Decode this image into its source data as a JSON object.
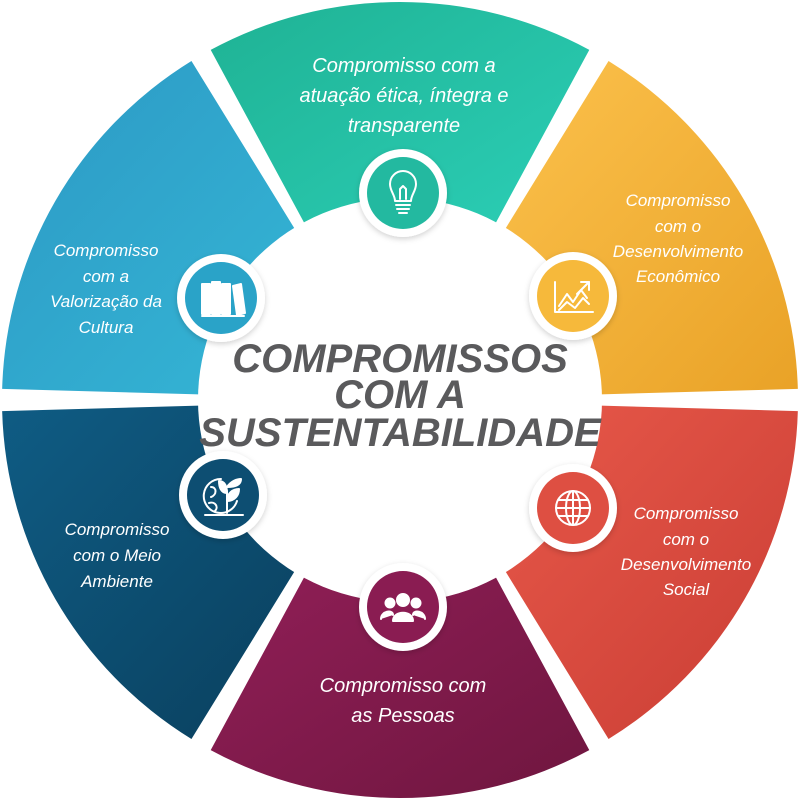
{
  "center": {
    "lines": [
      "COMPROMISSOS",
      "COM A",
      "SUSTENTABILIDADE"
    ]
  },
  "segments": [
    {
      "id": "etica",
      "label_lines": [
        "Compromisso com a",
        "atuação ética, íntegra e",
        "transparente"
      ],
      "icon": "lightbulb-icon",
      "color": "#23b9a0"
    },
    {
      "id": "economico",
      "label_lines": [
        "Compromisso",
        "com o",
        "Desenvolvimento",
        "Econômico"
      ],
      "icon": "growth-chart-icon",
      "color": "#f6b93b"
    },
    {
      "id": "social",
      "label_lines": [
        "Compromisso",
        "com o",
        "Desenvolvimento",
        "Social"
      ],
      "icon": "globe-icon",
      "color": "#de4f42"
    },
    {
      "id": "pessoas",
      "label_lines": [
        "Compromisso com",
        "as Pessoas"
      ],
      "icon": "people-icon",
      "color": "#8a1c52"
    },
    {
      "id": "meio-ambiente",
      "label_lines": [
        "Compromisso",
        "com o Meio",
        "Ambiente"
      ],
      "icon": "plant-globe-icon",
      "color": "#0d4e72"
    },
    {
      "id": "cultura",
      "label_lines": [
        "Compromisso",
        "com a",
        "Valorização da",
        "Cultura"
      ],
      "icon": "books-icon",
      "color": "#2aa3c8"
    }
  ]
}
